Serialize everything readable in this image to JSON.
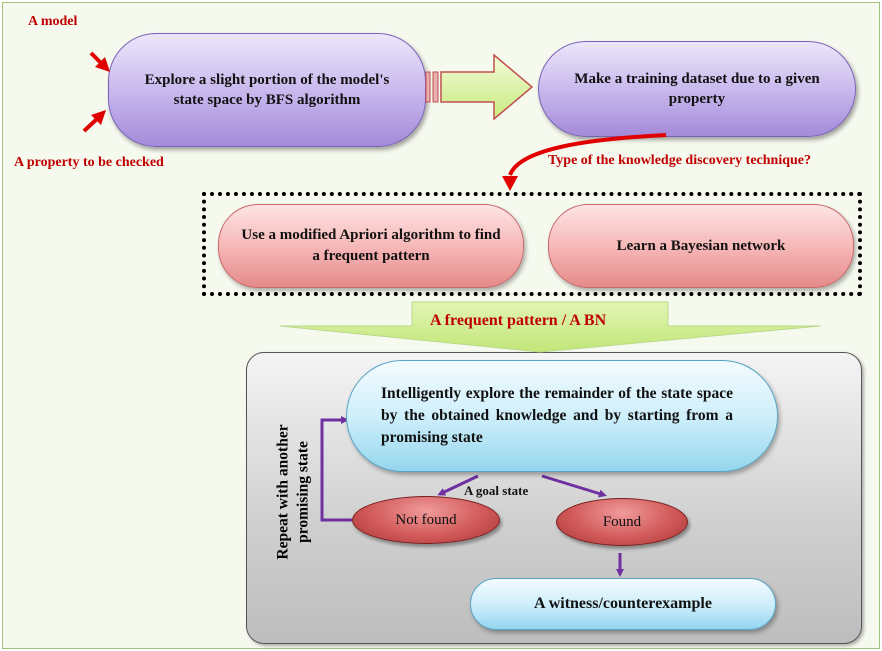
{
  "diagram": {
    "inputs": {
      "model": "A model",
      "property": "A property to be checked"
    },
    "steps": {
      "explore_bfs": "Explore a slight portion of the model's state space by BFS algorithm",
      "training_dataset": "Make a training dataset due to a given property",
      "technique_question": "Type of the knowledge discovery technique?",
      "apriori": "Use a modified Apriori algorithm to find a frequent pattern",
      "bayesian": "Learn a Bayesian network",
      "knowledge_label": "A frequent pattern / A BN",
      "intelligent_explore": "Intelligently explore the remainder of the state space by the obtained knowledge and by starting from a promising state",
      "goal_state": "A goal state",
      "not_found": "Not found",
      "found": "Found",
      "repeat_line1": "Repeat with another",
      "repeat_line2": "promising state",
      "result": "A witness/counterexample"
    },
    "colors": {
      "red_text": "#c00000",
      "purple_node": "#c6b5ec",
      "pink_node": "#f6b4b4",
      "blue_node": "#cfeffb",
      "oval_red": "#d25a5a",
      "arrow_purple": "#7030a0"
    }
  }
}
